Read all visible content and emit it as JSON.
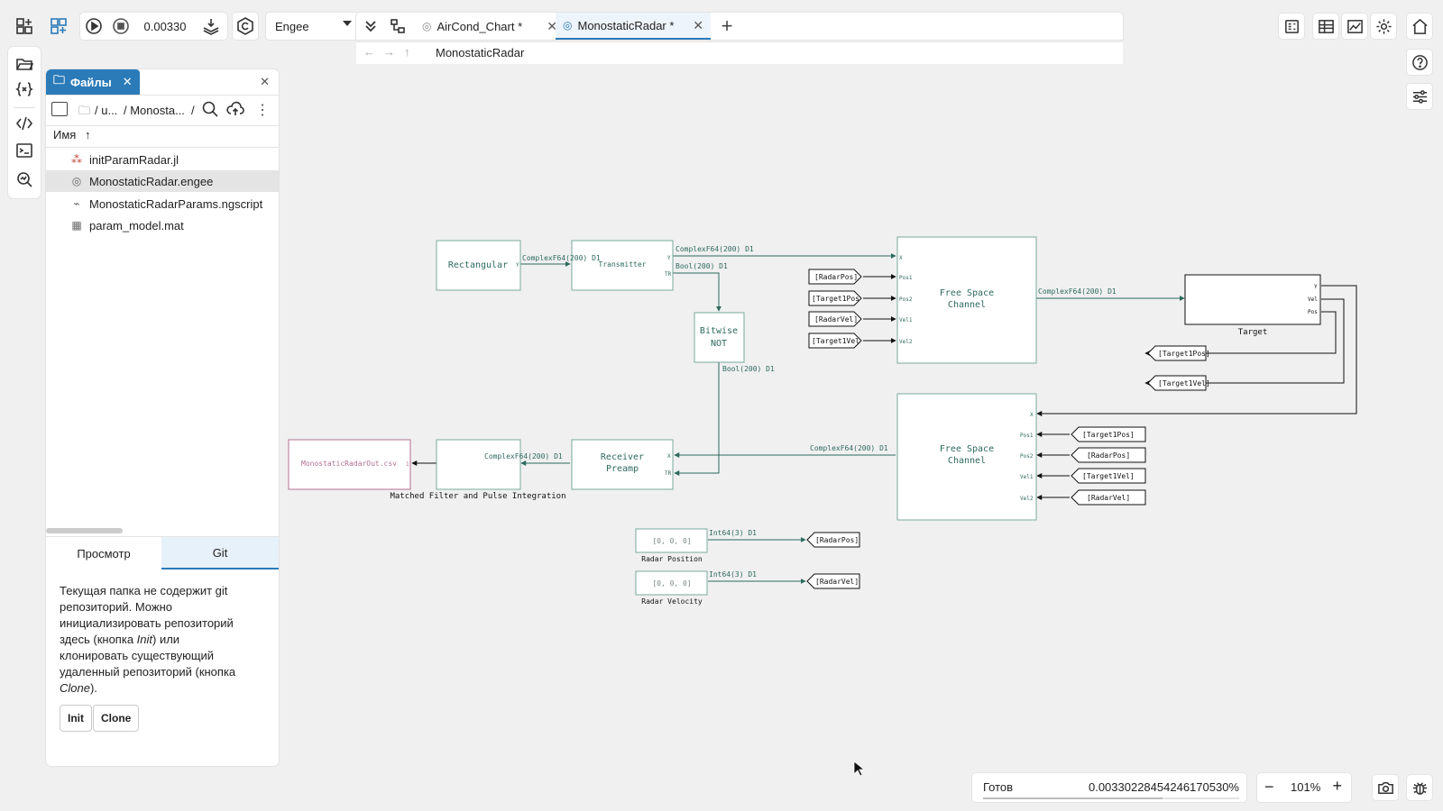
{
  "toolbar": {
    "sim_time": "0.00330",
    "solver": "Engee",
    "tabs": [
      {
        "label": "AirCond_Chart *"
      },
      {
        "label": "MonostaticRadar *"
      }
    ]
  },
  "breadcrumb": {
    "model": "MonostaticRadar"
  },
  "files_panel": {
    "tab_label": "Файлы",
    "path_part1": "/ u...",
    "path_part2": "/ Monosta...",
    "path_sep": "/",
    "column_header": "Имя",
    "sort_arrow": "↑",
    "files": [
      {
        "name": "initParamRadar.jl",
        "icon": "julia-icon"
      },
      {
        "name": "MonostaticRadar.engee",
        "icon": "engee-model-icon"
      },
      {
        "name": "MonostaticRadarParams.ngscript",
        "icon": "script-icon"
      },
      {
        "name": "param_model.mat",
        "icon": "table-icon"
      }
    ],
    "bottom_tabs": [
      "Просмотр",
      "Git"
    ],
    "git_message_1": "Текущая папка не содержит git репозиторий. Можно инициализировать репозиторий здесь (кнопка",
    "git_init_word": "Init",
    "git_message_2": ") или клонировать существующий удаленный репозиторий (кнопка",
    "git_clone_word": "Clone",
    "git_message_3": ").",
    "init_button": "Init",
    "clone_button": "Clone"
  },
  "status": {
    "state": "Готов",
    "progress_text": "0.00330228454246170530%",
    "progress_fraction": 0.7,
    "zoom": "101%"
  },
  "diagram": {
    "blocks": {
      "rectangular": "Rectangular",
      "transmitter": "Transmitter",
      "bitwise_not_1": "Bitwise",
      "bitwise_not_2": "NOT",
      "fsc1_line1": "Free Space",
      "fsc1_line2": "Channel",
      "fsc2_line1": "Free Space",
      "fsc2_line2": "Channel",
      "target": "Target",
      "receiver_1": "Receiver",
      "receiver_2": "Preamp",
      "matched_filter": "Matched Filter and Pulse Integration",
      "csv": "MonostaticRadarOut.csv",
      "radar_position_value": "[0, 0, 0]",
      "radar_position_label": "Radar Position",
      "radar_velocity_value": "[0, 0, 0]",
      "radar_velocity_label": "Radar Velocity"
    },
    "signals": {
      "s1": "ComplexF64(200) D1",
      "s2": "ComplexF64(200) D1",
      "s3": "Bool(200) D1",
      "s4": "Bool(200) D1",
      "s5": "ComplexF64(200) D1",
      "s6": "ComplexF64(200) D1",
      "s7": "ComplexF64(200) D1",
      "s8": "Int64(3) D1",
      "s9": "Int64(3) D1"
    },
    "tags": {
      "radar_pos": "[RadarPos]",
      "target1_pos": "[Target1Pos",
      "radar_vel": "[RadarVel]",
      "target1_vel": "[Target1Vel",
      "target1_pos_out": "[Target1Pos]",
      "target1_vel_out": "[Target1Vel]",
      "fsc2_target1_pos": "[Target1Pos]",
      "fsc2_radar_pos": "[RadarPos]",
      "fsc2_target1_vel": "[Target1Vel]",
      "fsc2_radar_vel": "[RadarVel]",
      "goto_radar_pos": "[RadarPos]",
      "goto_radar_vel": "[RadarVel]"
    },
    "ports": {
      "x": "X",
      "y": "Y",
      "tr": "TR",
      "pos1": "Pos1",
      "pos2": "Pos2",
      "vel1": "Vel1",
      "vel2": "Vel2",
      "vel": "Vel",
      "pos": "Pos",
      "one": "1"
    }
  }
}
